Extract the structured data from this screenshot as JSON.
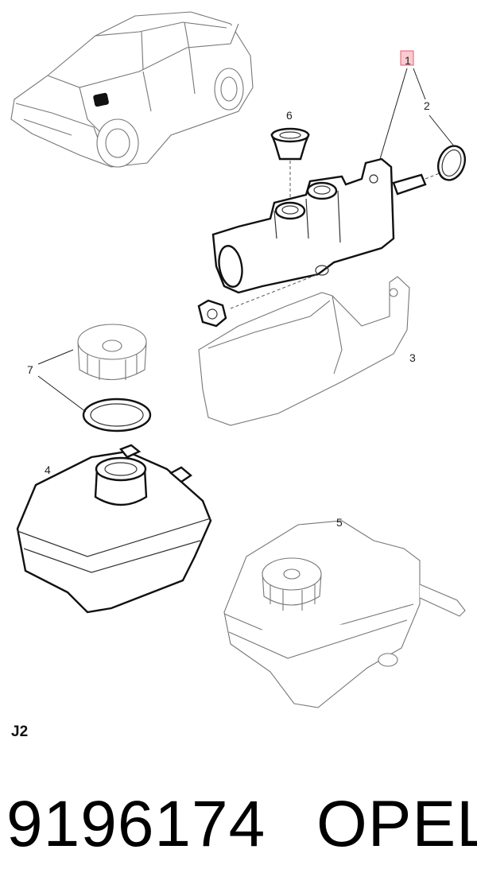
{
  "diagram": {
    "callouts": [
      "1",
      "2",
      "3",
      "4",
      "5",
      "6",
      "7"
    ],
    "page_code": "J2"
  },
  "footer": {
    "part_number": "9196174",
    "brand": "OPEL"
  },
  "colors": {
    "highlight_box": "#f4a0a8",
    "line": "#222222"
  }
}
